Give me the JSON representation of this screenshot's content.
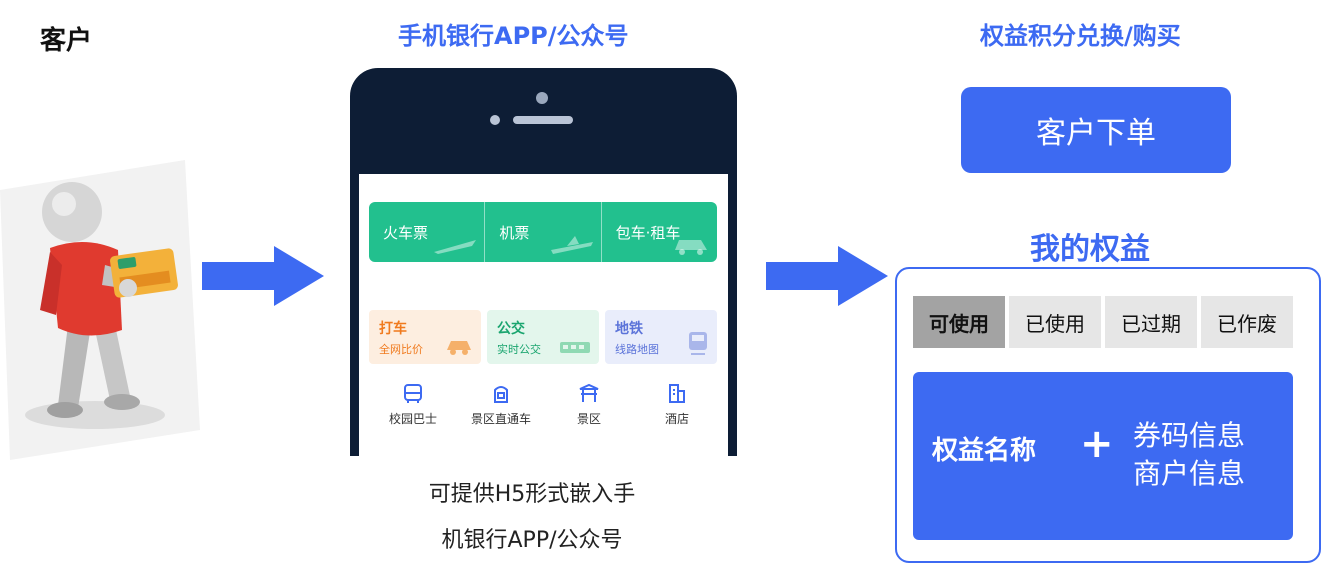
{
  "headers": {
    "customer": "客户",
    "channel": "手机银行APP/公众号",
    "exchange": "权益积分兑换/购买"
  },
  "phone": {
    "row1": [
      "火车票",
      "机票",
      "包车·租车"
    ],
    "row2": [
      {
        "title": "打车",
        "sub": "全网比价"
      },
      {
        "title": "公交",
        "sub": "实时公交"
      },
      {
        "title": "地铁",
        "sub": "线路地图"
      }
    ],
    "icons": [
      {
        "label": "校园巴士",
        "icon": "bus-icon"
      },
      {
        "label": "景区直通车",
        "icon": "tour-bus-icon"
      },
      {
        "label": "景区",
        "icon": "scenic-icon"
      },
      {
        "label": "酒店",
        "icon": "hotel-icon"
      }
    ]
  },
  "caption": {
    "line1": "可提供H5形式嵌入手",
    "line2": "机银行APP/公众号"
  },
  "order_button": "客户下单",
  "my_rights": {
    "title": "我的权益",
    "tabs": [
      "可使用",
      "已使用",
      "已过期",
      "已作废"
    ],
    "active_tab": "可使用",
    "name": "权益名称",
    "plus": "+",
    "info1": "券码信息",
    "info2": "商户信息"
  },
  "colors": {
    "accent": "#3d6af2",
    "green": "#22c08e"
  }
}
